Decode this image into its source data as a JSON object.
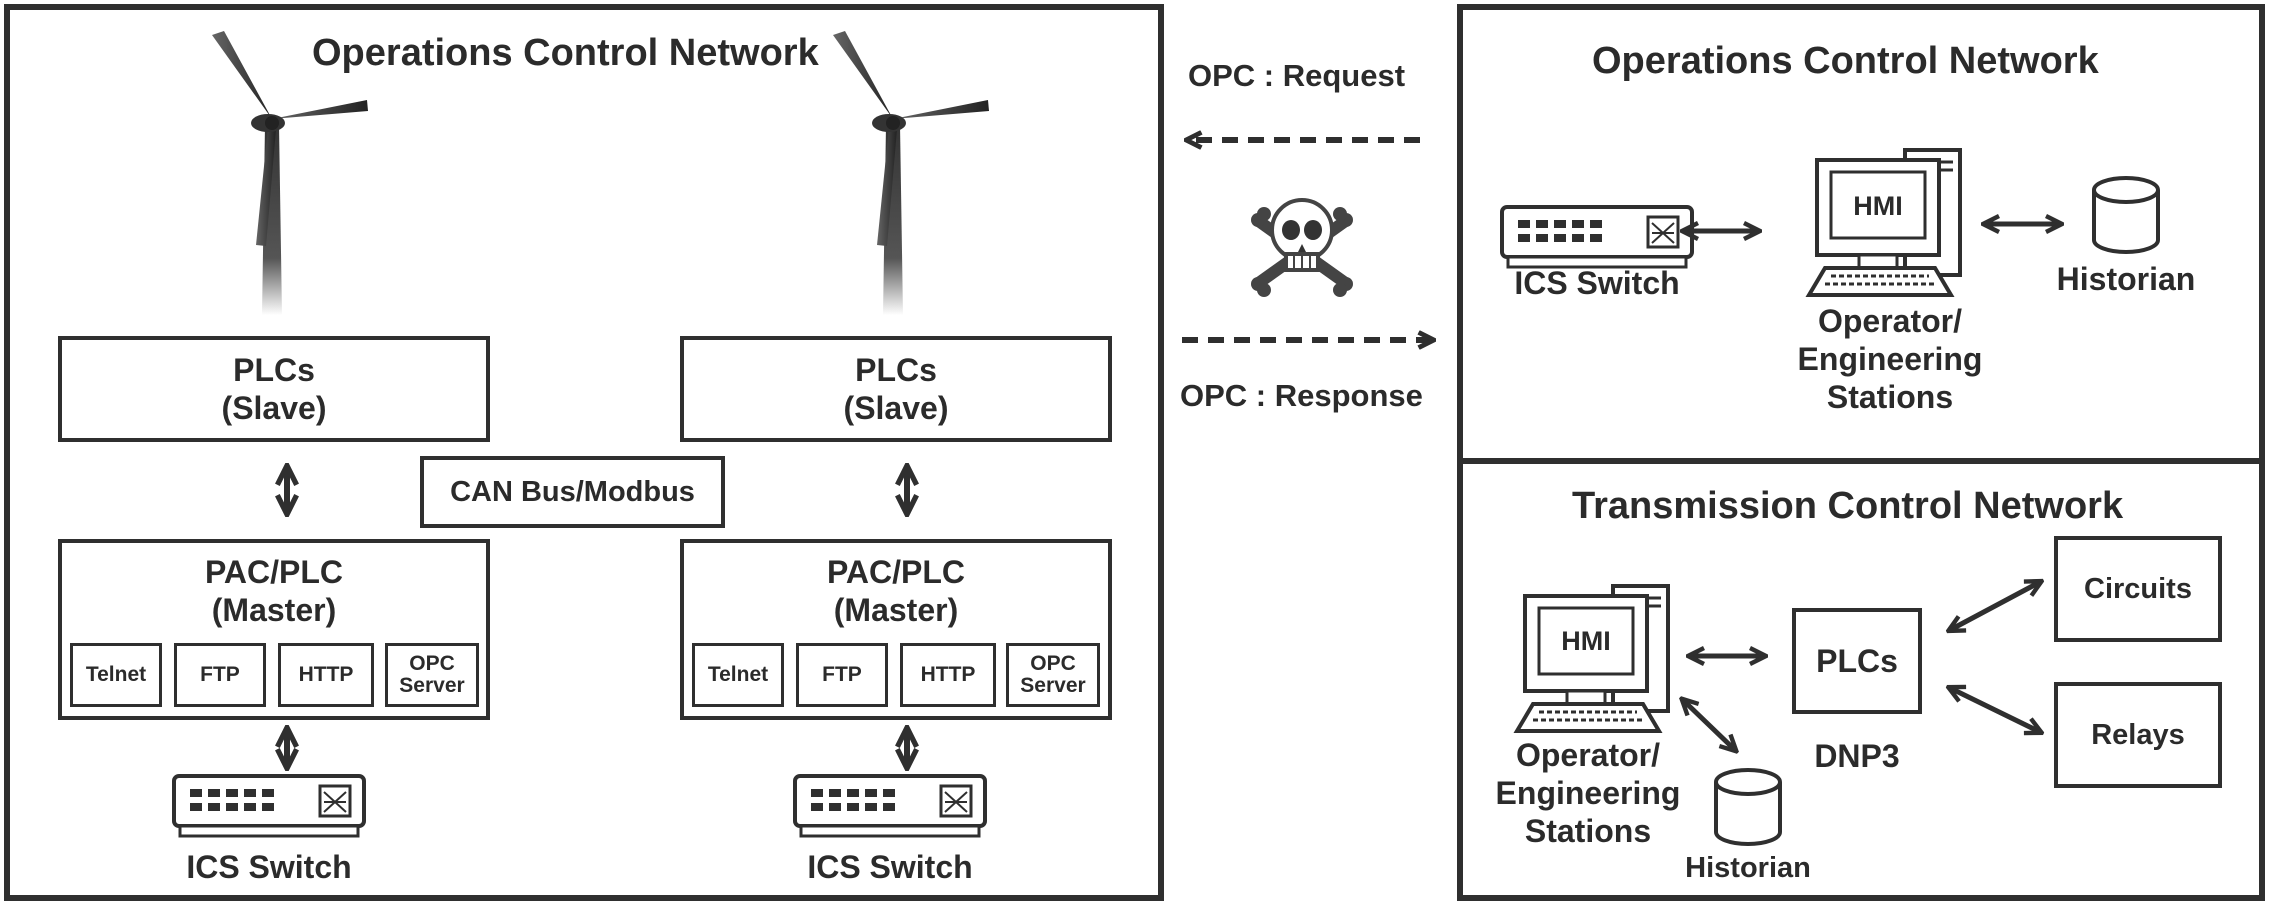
{
  "left_panel": {
    "title": "Operations Control Network",
    "wings": [
      {
        "plc_slave": [
          "PLCs",
          "(Slave)"
        ],
        "pac_master": [
          "PAC/PLC",
          "(Master)"
        ],
        "services": [
          "Telnet",
          "FTP",
          "HTTP",
          "OPC Server"
        ],
        "switch_label": "ICS Switch"
      },
      {
        "plc_slave": [
          "PLCs",
          "(Slave)"
        ],
        "pac_master": [
          "PAC/PLC",
          "(Master)"
        ],
        "services": [
          "Telnet",
          "FTP",
          "HTTP",
          "OPC Server"
        ],
        "switch_label": "ICS Switch"
      }
    ],
    "bus_label": "CAN Bus/Modbus"
  },
  "middle": {
    "request_label": "OPC : Request",
    "response_label": "OPC : Response",
    "threat_icon": "skull-crossbones-icon"
  },
  "right_top": {
    "title": "Operations Control Network",
    "switch_label": "ICS Switch",
    "hmi_label": "HMI",
    "stations_label": [
      "Operator/",
      "Engineering",
      "Stations"
    ],
    "historian_label": "Historian"
  },
  "right_bottom": {
    "title": "Transmission Control Network",
    "hmi_label": "HMI",
    "stations_label": [
      "Operator/",
      "Engineering",
      "Stations"
    ],
    "historian_label": "Historian",
    "plcs_label": "PLCs",
    "protocol_label": "DNP3",
    "circuits_label": "Circuits",
    "relays_label": "Relays"
  },
  "colors": {
    "stroke": "#2f2f2f",
    "text": "#2b2b2b",
    "background": "#ffffff"
  }
}
